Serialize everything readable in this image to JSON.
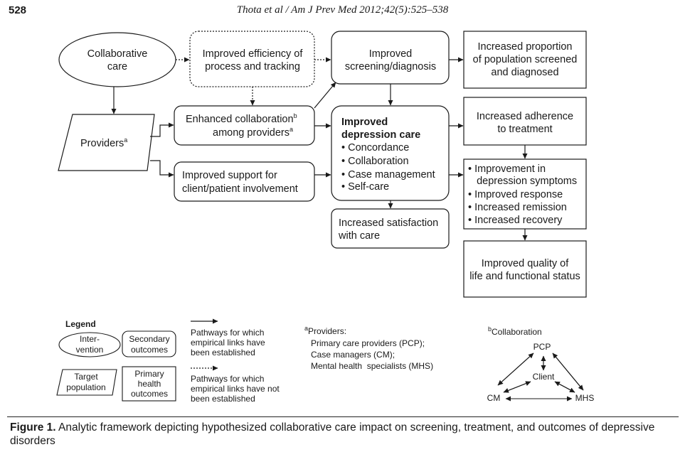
{
  "header": {
    "page_number": "528",
    "journal": "Thota et al / Am J Prev Med 2012;42(5):525–538"
  },
  "nodes": {
    "collab_care": [
      "Collaborative",
      "care"
    ],
    "efficiency": [
      "Improved efficiency of",
      "process and tracking"
    ],
    "screening": [
      "Improved",
      "screening/diagnosis"
    ],
    "proportion": [
      "Increased proportion",
      "of population screened",
      "and diagnosed"
    ],
    "providers": "Providers",
    "providers_sup": "a",
    "enhanced": [
      "Enhanced collaboration",
      "among providers"
    ],
    "enhanced_sup1": "b",
    "enhanced_sup2": "a",
    "depression_title": [
      "Improved",
      "depression care"
    ],
    "depression_items": [
      "• Concordance",
      "• Collaboration",
      "• Case management",
      "• Self-care"
    ],
    "adherence": [
      "Increased adherence",
      "to treatment"
    ],
    "support": [
      "Improved support for",
      "client/patient involvement"
    ],
    "symptoms": [
      "• Improvement in",
      "   depression symptoms",
      "• Improved response",
      "• Increased remission",
      "• Increased recovery"
    ],
    "satisfaction": [
      "Increased satisfaction",
      "with care"
    ],
    "quality": [
      "Improved quality of",
      "life and functional status"
    ]
  },
  "legend": {
    "title": "Legend",
    "intervention": [
      "Inter-",
      "vention"
    ],
    "secondary": [
      "Secondary",
      "outcomes"
    ],
    "target": [
      "Target",
      "population"
    ],
    "primary": [
      "Primary",
      "health",
      "outcomes"
    ],
    "solid_desc": [
      "Pathways for which",
      "empirical links have",
      "been established"
    ],
    "dotted_desc": [
      "Pathways for which",
      "empirical links have not",
      "been established"
    ]
  },
  "footnotes": {
    "a_marker": "a",
    "a_title": "Providers:",
    "a_lines": [
      "Primary care providers (PCP);",
      "Case managers (CM);",
      "Mental health  specialists (MHS)"
    ],
    "b_marker": "b",
    "b_title": "Collaboration",
    "pcp": "PCP",
    "client": "Client",
    "cm": "CM",
    "mhs": "MHS"
  },
  "caption": {
    "label": "Figure 1.",
    "text": " Analytic framework depicting hypothesized collaborative care impact on screening, treatment, and outcomes of depressive disorders"
  }
}
